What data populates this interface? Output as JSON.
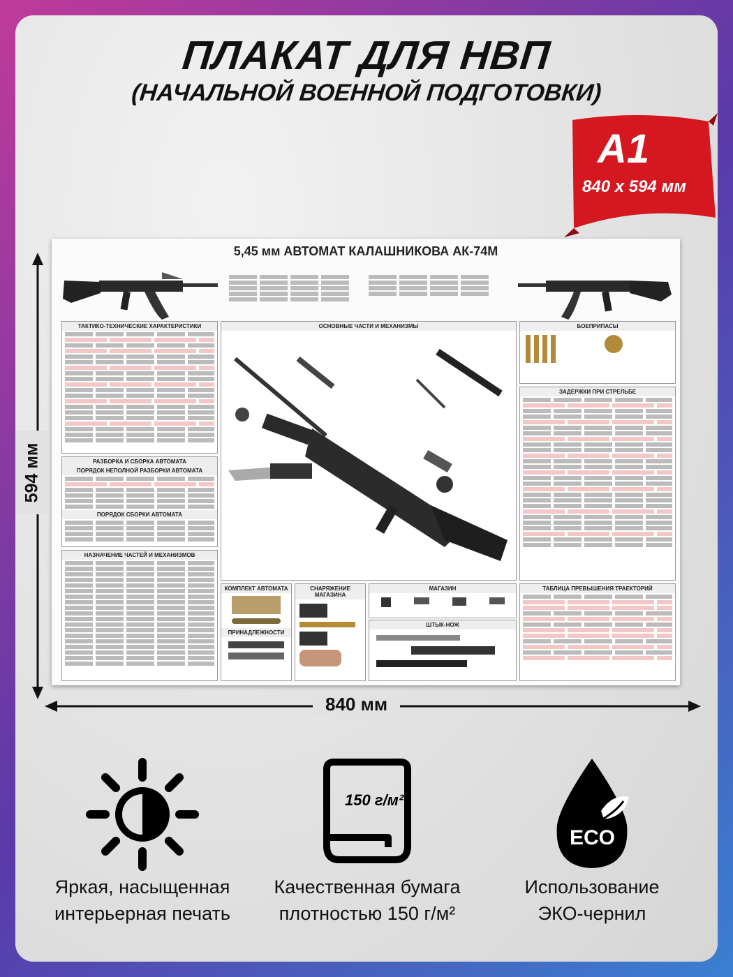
{
  "header": {
    "title": "ПЛАКАТ ДЛЯ НВП",
    "subtitle": "(НАЧАЛЬНОЙ ВОЕННОЙ ПОДГОТОВКИ)"
  },
  "format": {
    "size": "A1",
    "dimensions": "840 x 594 мм"
  },
  "poster": {
    "title": "5,45 мм АВТОМАТ КАЛАШНИКОВА АК-74М",
    "sections": {
      "specs": "ТАКТИКО-ТЕХНИЧЕСКИЕ ХАРАКТЕРИСТИКИ",
      "main_parts": "ОСНОВНЫЕ ЧАСТИ И МЕХАНИЗМЫ",
      "ammo": "БОЕПРИПАСЫ",
      "delays": "ЗАДЕРЖКИ ПРИ СТРЕЛЬБЕ",
      "disassembly": "РАЗБОРКА И СБОРКА АВТОМАТА",
      "partial_disassembly": "ПОРЯДОК НЕПОЛНОЙ РАЗБОРКИ АВТОМАТА",
      "assembly": "ПОРЯДОК СБОРКИ АВТОМАТА",
      "purpose": "НАЗНАЧЕНИЕ ЧАСТЕЙ И МЕХАНИЗМОВ",
      "kit": "КОМПЛЕКТ АВТОМАТА",
      "loading": "СНАРЯЖЕНИЕ МАГАЗИНА",
      "magazine": "МАГАЗИН",
      "accessories": "ПРИНАДЛЕЖНОСТИ",
      "bayonet": "ШТЫК-НОЖ",
      "trajectory": "ТАБЛИЦА ПРЕВЫШЕНИЯ ТРАЕКТОРИЙ"
    }
  },
  "dimensions": {
    "height_label": "594 мм",
    "width_label": "840 мм"
  },
  "features": [
    {
      "icon": "sun-icon",
      "line1": "Яркая, насыщенная",
      "line2": "интерьерная печать"
    },
    {
      "icon": "paper-icon",
      "badge": "150 г/м²",
      "line1": "Качественная бумага",
      "line2": "плотностью 150 г/м²"
    },
    {
      "icon": "eco-drop-icon",
      "badge": "ECO",
      "line1": "Использование",
      "line2": "ЭКО-чернил"
    }
  ]
}
